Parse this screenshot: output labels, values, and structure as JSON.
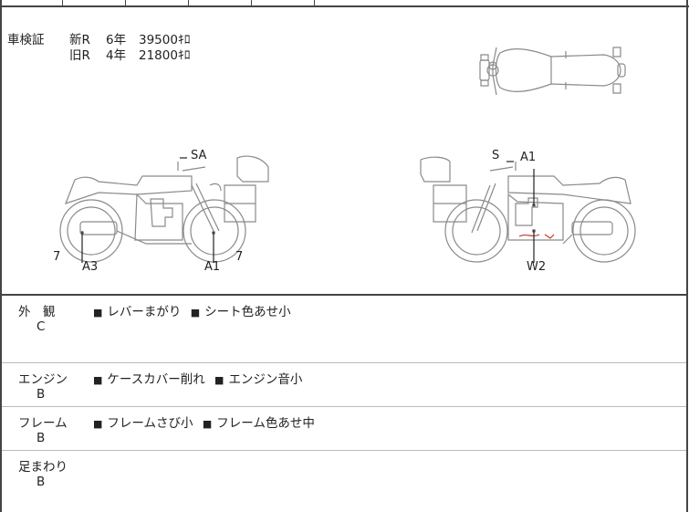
{
  "shaken": {
    "label": "車検証",
    "rows": [
      {
        "kind": "新R",
        "years": "6年",
        "price": "39500ｷﾛ"
      },
      {
        "kind": "旧R",
        "years": "4年",
        "price": "21800ｷﾛ"
      }
    ]
  },
  "diagram_left": {
    "labels": {
      "sa": "SA",
      "a3": "A3",
      "a1": "A1",
      "seven_left": "7",
      "seven_right": "7"
    }
  },
  "diagram_right": {
    "labels": {
      "s": "S",
      "a1": "A1",
      "w2": "W2"
    }
  },
  "sections": [
    {
      "title": "外　観",
      "grade": "C",
      "bullet": "■",
      "items": [
        "レバーまがり",
        "シート色あせ小"
      ]
    },
    {
      "title": "エンジン",
      "grade": "B",
      "bullet": "■",
      "items": [
        "ケースカバー削れ",
        "エンジン音小"
      ]
    },
    {
      "title": "フレーム",
      "grade": "B",
      "bullet": "■",
      "items": [
        "フレームさび小",
        "フレーム色あせ中"
      ]
    },
    {
      "title": "足まわり",
      "grade": "B",
      "bullet": "■",
      "items": []
    }
  ],
  "colors": {
    "border": "#444444",
    "divider": "#bbbbbb",
    "damage": "#c0392b",
    "outline": "#8a8a8a"
  }
}
